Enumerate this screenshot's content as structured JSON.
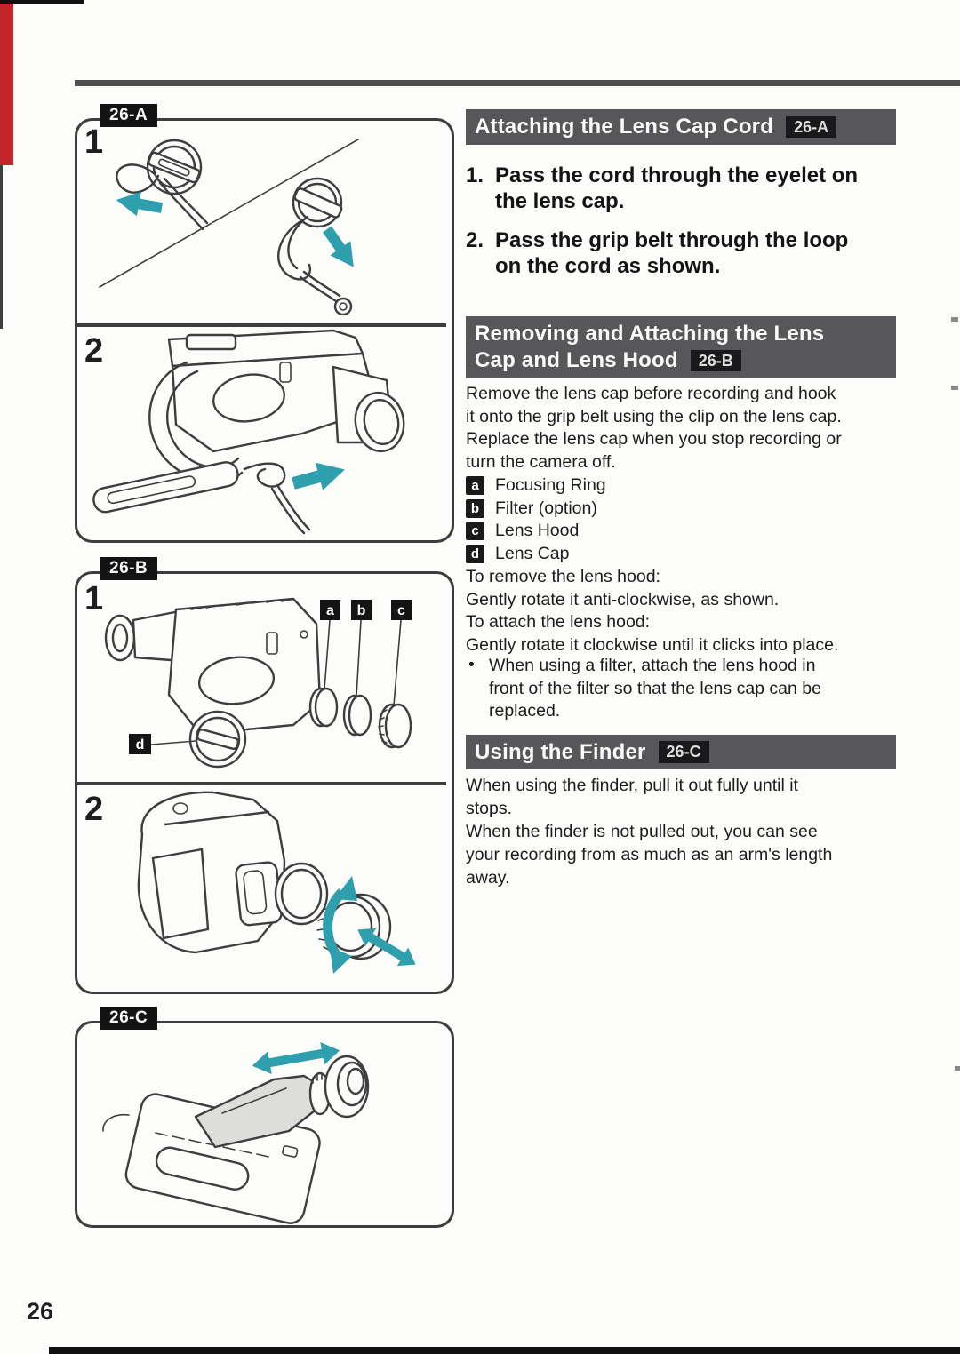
{
  "page": {
    "number": "26"
  },
  "colors": {
    "accent_teal": "#2f9fad",
    "header_bar": "#57575a",
    "tag_black": "#19191b",
    "red_strip": "#c4252b"
  },
  "figures": {
    "a": {
      "tab": "26-A",
      "step_1": "1",
      "step_2": "2"
    },
    "b": {
      "tab": "26-B",
      "step_1": "1",
      "step_2": "2",
      "markers": [
        "a",
        "b",
        "c",
        "d"
      ]
    },
    "c": {
      "tab": "26-C"
    }
  },
  "sections": [
    {
      "title": "Attaching the Lens Cap Cord",
      "ref": "26-A",
      "steps": [
        {
          "num": "1.",
          "lines": [
            "Pass the cord through the eyelet on",
            "the lens cap."
          ]
        },
        {
          "num": "2.",
          "lines": [
            "Pass the grip belt through the loop",
            "on the cord as shown."
          ]
        }
      ]
    },
    {
      "title_line1": "Removing and Attaching the Lens",
      "title_line2": "Cap and Lens Hood",
      "ref": "26-B",
      "para_lines": [
        "Remove the lens cap before recording and hook",
        "it onto the grip belt using the clip on the lens cap.",
        "Replace the lens cap when you stop recording or",
        "turn the camera off."
      ],
      "legend": [
        {
          "key": "a",
          "label": "Focusing Ring"
        },
        {
          "key": "b",
          "label": "Filter (option)"
        },
        {
          "key": "c",
          "label": "Lens Hood"
        },
        {
          "key": "d",
          "label": "Lens Cap"
        }
      ],
      "instructions": [
        "To remove the lens hood:",
        "Gently rotate it anti-clockwise, as shown.",
        "To attach the lens hood:",
        "Gently rotate it clockwise until it clicks into place."
      ],
      "bullet_marker": "•",
      "bullet_lines": [
        "When using a filter, attach the lens hood in",
        "front of the filter so that the lens cap can be",
        "replaced."
      ]
    },
    {
      "title": "Using the Finder",
      "ref": "26-C",
      "lines": [
        "When using the finder, pull it out fully until it",
        "stops.",
        "When the finder is not pulled out, you can see",
        "your recording from as much as an arm's length",
        "away."
      ]
    }
  ]
}
